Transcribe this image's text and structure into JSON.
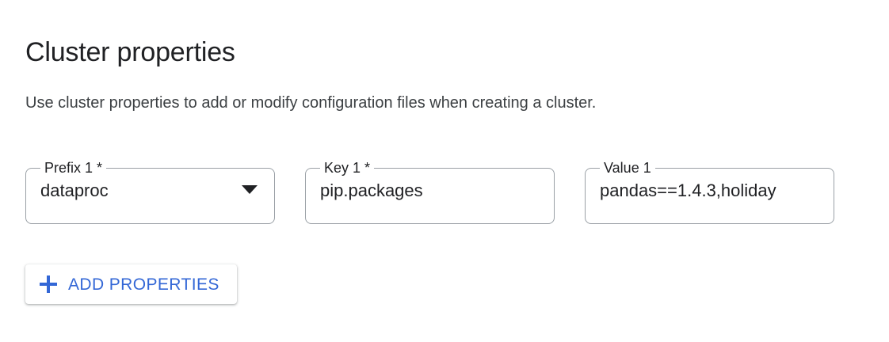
{
  "page": {
    "title": "Cluster properties",
    "description": "Use cluster properties to add or modify configuration files when creating a cluster."
  },
  "colors": {
    "accent_blue": "#3367d6",
    "text_primary": "#202124",
    "text_secondary": "#3c4043",
    "field_border": "#9aa0a6",
    "surface": "#ffffff"
  },
  "properties_row": {
    "prefix": {
      "label": "Prefix 1 *",
      "value": "dataproc",
      "control": "select",
      "icon": "chevron-down-icon"
    },
    "key": {
      "label": "Key 1 *",
      "value": "pip.packages",
      "control": "text"
    },
    "value": {
      "label": "Value 1",
      "value": "pandas==1.4.3,holiday",
      "control": "text"
    }
  },
  "actions": {
    "add_properties": {
      "label": "ADD PROPERTIES",
      "icon": "plus-icon"
    }
  }
}
